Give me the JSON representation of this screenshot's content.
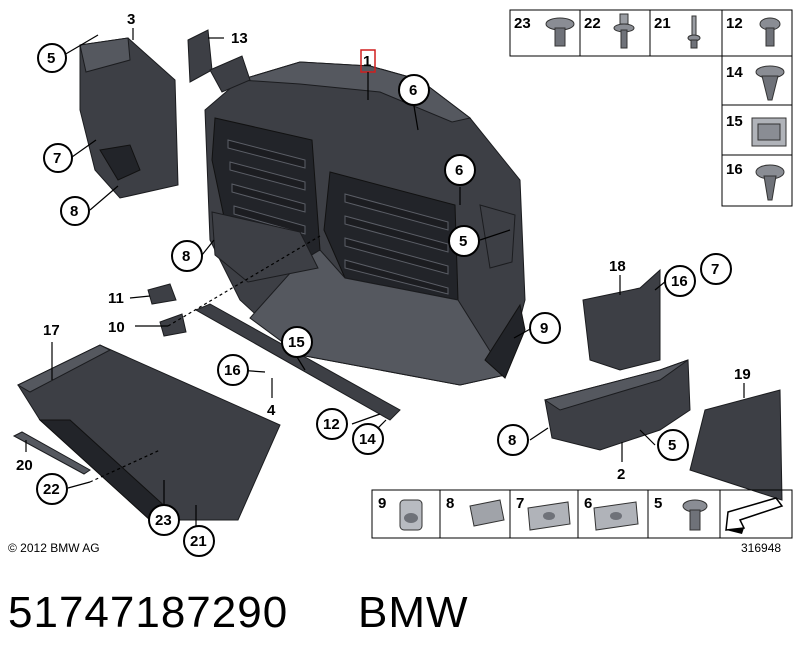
{
  "callouts": {
    "c1": "1",
    "c2": "2",
    "c3": "3",
    "c4": "4",
    "c5a": "5",
    "c5b": "5",
    "c5c": "5",
    "c6a": "6",
    "c6b": "6",
    "c7a": "7",
    "c7b": "7",
    "c8a": "8",
    "c8b": "8",
    "c8c": "8",
    "c9": "9",
    "c10": "10",
    "c11": "11",
    "c12": "12",
    "c13": "13",
    "c14": "14",
    "c15": "15",
    "c16a": "16",
    "c16b": "16",
    "c17": "17",
    "c18": "18",
    "c19": "19",
    "c20": "20",
    "c21": "21",
    "c22": "22",
    "c23": "23"
  },
  "fastener_grid_top": [
    "23",
    "22",
    "21",
    "12",
    "14",
    "15",
    "16"
  ],
  "fastener_grid_bottom": [
    "9",
    "8",
    "7",
    "6",
    "5"
  ],
  "copyright": "© 2012 BMW AG",
  "image_number": "316948",
  "part_number": "51747187290",
  "brand": "BMW",
  "colors": {
    "part": "#3d3f45",
    "highlight_box": "#d11f1f"
  }
}
